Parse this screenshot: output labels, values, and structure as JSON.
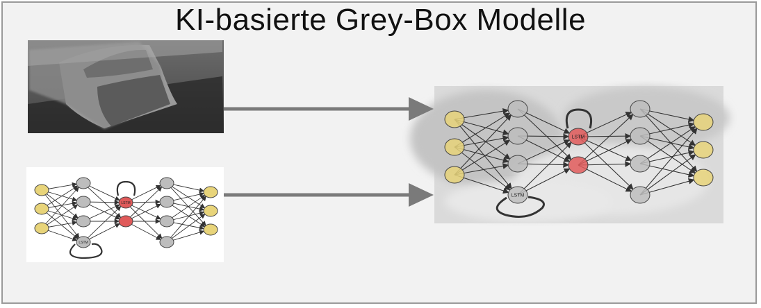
{
  "title": "KI-basierte Grey-Box Modelle",
  "node_label": "LSTM",
  "colors": {
    "background": "#f2f2f2",
    "frame": "#9a9a9a",
    "arrow": "#7a7a7a",
    "input_node": "#e8d47a",
    "hidden_node": "#bdbdbd",
    "lstm_node": "#e05a5a"
  },
  "panels": [
    {
      "name": "sem-micrograph-panel",
      "kind": "micrograph"
    },
    {
      "name": "small-network-panel",
      "kind": "network"
    },
    {
      "name": "combined-model-panel",
      "kind": "network-on-micrograph"
    }
  ]
}
